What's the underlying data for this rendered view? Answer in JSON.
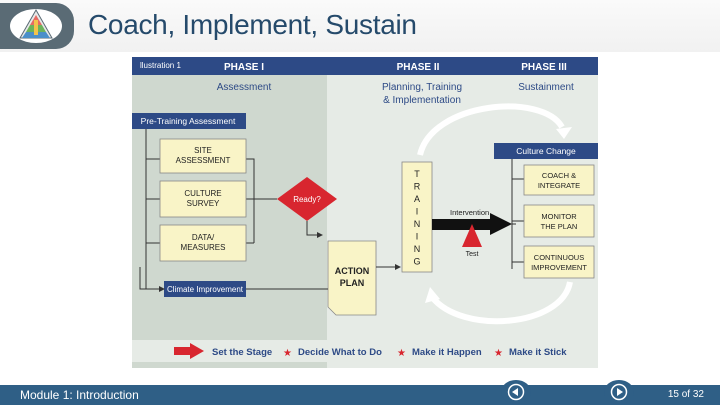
{
  "slide": {
    "title": "Coach, Implement, Sustain",
    "footer_text": "Module 1: Introduction",
    "page_indicator": "15 of 32"
  },
  "figure": {
    "label": "llustration 1",
    "phases": [
      {
        "title": "PHASE I",
        "subtitle": "Assessment"
      },
      {
        "title": "PHASE II",
        "subtitle_line1": "Planning, Training",
        "subtitle_line2": "& Implementation"
      },
      {
        "title": "PHASE III",
        "subtitle": "Sustainment"
      }
    ],
    "pre_training": "Pre-Training Assessment",
    "assessment_boxes": [
      {
        "line1": "SITE",
        "line2": "ASSESSMENT"
      },
      {
        "line1": "CULTURE",
        "line2": "SURVEY"
      },
      {
        "line1": "DATA/",
        "line2": "MEASURES"
      }
    ],
    "ready": "Ready?",
    "action_plan": {
      "line1": "ACTION",
      "line2": "PLAN"
    },
    "climate": "Climate Improvement",
    "training_letters": [
      "T",
      "R",
      "A",
      "I",
      "N",
      "I",
      "N",
      "G"
    ],
    "intervention": "Intervention",
    "test": "Test",
    "culture_change": "Culture Change",
    "sustain_boxes": [
      {
        "line1": "COACH &",
        "line2": "INTEGRATE"
      },
      {
        "line1": "MONITOR",
        "line2": "THE PLAN"
      },
      {
        "line1": "CONTINUOUS",
        "line2": "IMPROVEMENT"
      }
    ],
    "legend": [
      "Set the Stage",
      "Decide What to Do",
      "Make it Happen",
      "Make it Stick"
    ],
    "colors": {
      "navy": "#2d4a86",
      "phase1": "#cfd8cf",
      "phase23": "#e6ebe6",
      "box": "#f9f4c7",
      "diamond": "#d8262f",
      "legend_star": "#d8262f"
    }
  }
}
